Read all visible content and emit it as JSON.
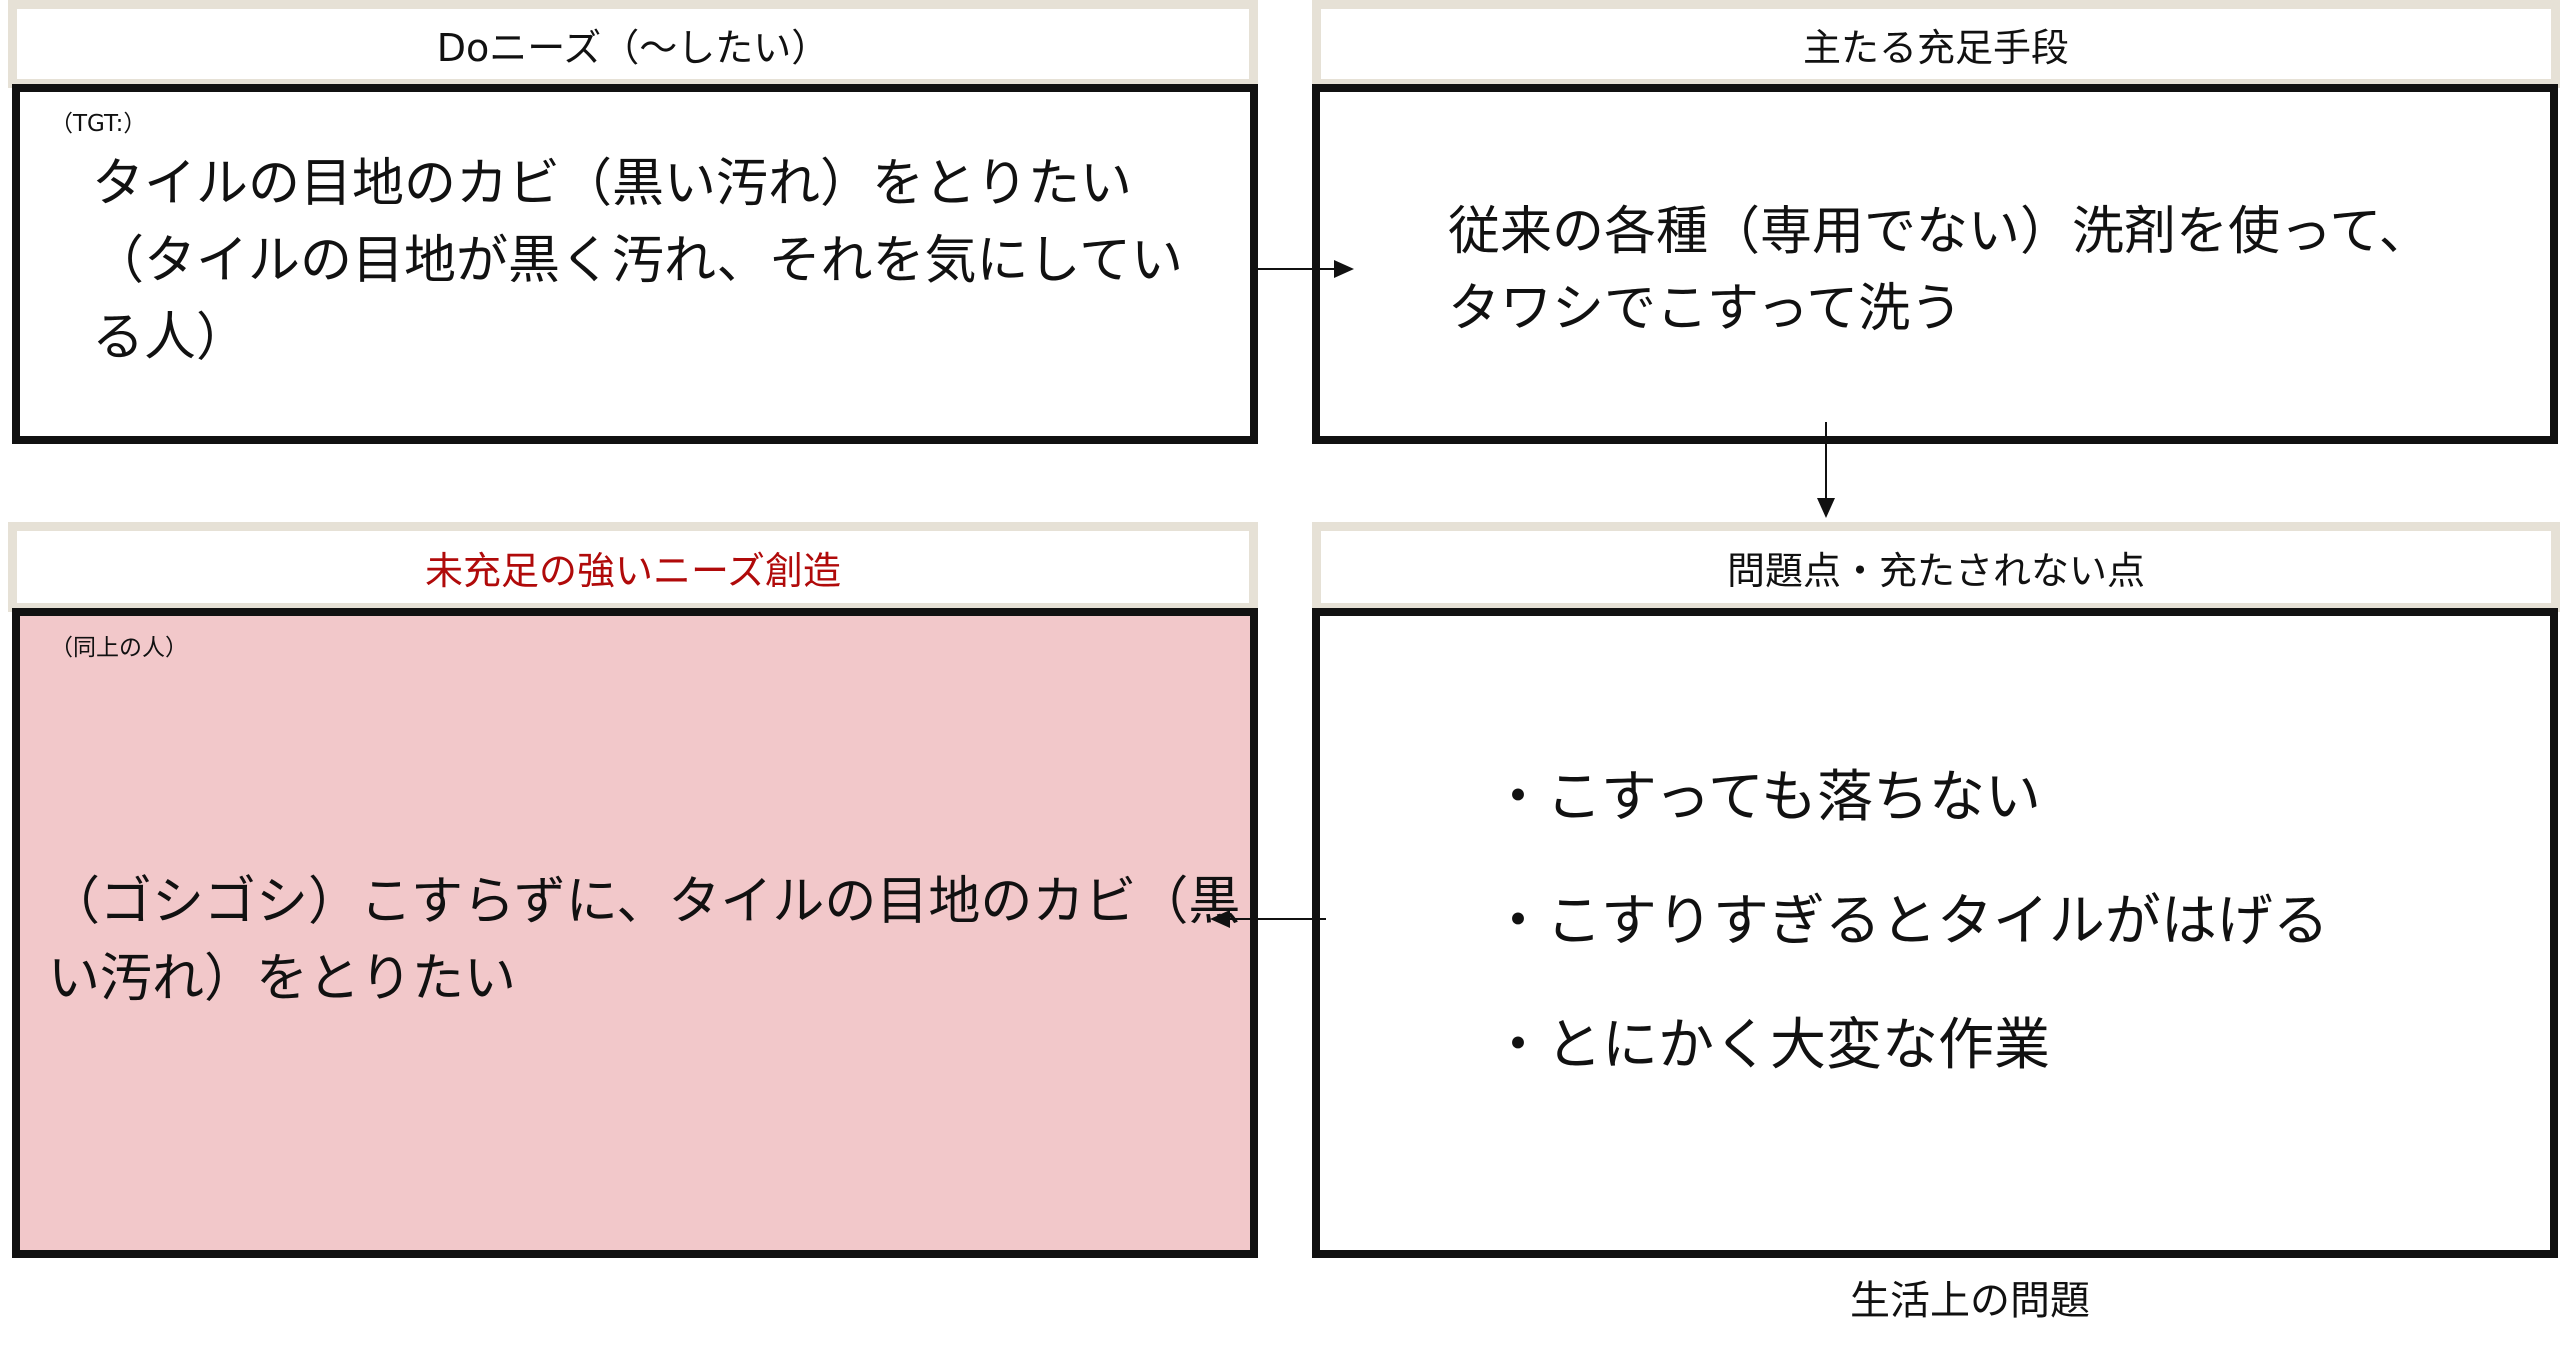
{
  "do_needs": {
    "header": "Doニーズ（〜したい）",
    "target_label": "（TGT:）",
    "text": "タイルの目地のカビ（黒い汚れ）をとりたい（タイルの目地が黒く汚れ、それを気にしている人）"
  },
  "main_means": {
    "header": "主たる充足手段",
    "text": "従来の各種（専用でない）洗剤を使って、タワシでこすって洗う"
  },
  "problems": {
    "header": "問題点・充たされない点",
    "items": [
      "・こすっても落ちない",
      "・こすりすぎるとタイルがはげる",
      "・とにかく大変な作業"
    ],
    "footer": "生活上の問題"
  },
  "unmet_needs": {
    "header": "未充足の強いニーズ創造",
    "target_label": "（同上の人）",
    "text": "（ゴシゴシ）こすらずに、タイルの目地のカビ（黒い汚れ）をとりたい"
  },
  "colors": {
    "accent_red": "#b00a0a",
    "pink_fill": "#f2c8ca",
    "header_frame": "#e6e1d6"
  }
}
